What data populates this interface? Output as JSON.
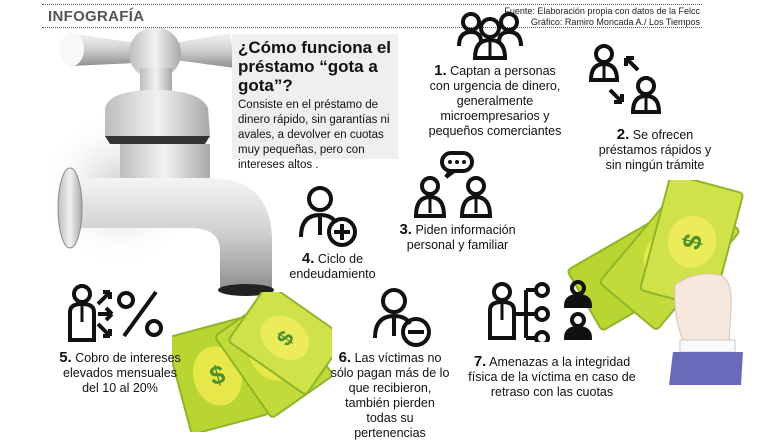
{
  "header": {
    "section_label": "INFOGRAFÍA",
    "source_line": "Fuente: Elaboración propia con datos de la Felcc",
    "credit_line": "Gráfico: Ramiro Moncada A./ Los Tiempos"
  },
  "intro": {
    "title": "¿Cómo funciona el préstamo “gota a gota”?",
    "body": "Consiste en el préstamo de dinero rápido, sin garantías ni avales, a devolver en cuotas muy pequeñas, pero con intereses altos ."
  },
  "steps": [
    {
      "num": "1.",
      "text": "Captan a personas con urgencia de dinero, generalmente microempresarios y pequeños comerciantes",
      "icon": "group-icon"
    },
    {
      "num": "2.",
      "text": "Se ofrecen préstamos rápidos y sin ningún trámite",
      "icon": "exchange-people-icon"
    },
    {
      "num": "3.",
      "text": "Piden información personal y familiar",
      "icon": "conversation-icon"
    },
    {
      "num": "4.",
      "text": "Ciclo de endeudamiento",
      "icon": "person-plus-icon"
    },
    {
      "num": "5.",
      "text": "Cobro de intereses elevados mensuales del 10 al 20%",
      "icon": "person-percent-icon"
    },
    {
      "num": "6.",
      "text": "Las víctimas no sólo pagan más de lo que recibieron, también pierden todas su pertenencias",
      "icon": "person-minus-icon"
    },
    {
      "num": "7.",
      "text": "Amenazas a la integridad física de la víctima en caso de retraso con las cuotas",
      "icon": "person-network-icon"
    }
  ],
  "colors": {
    "bill_green": "#b8d531",
    "bill_dark": "#5b9a2a",
    "bill_yellow": "#e6e84a",
    "cuff_purple": "#6a6bb8",
    "intro_bg": "#efefef"
  }
}
